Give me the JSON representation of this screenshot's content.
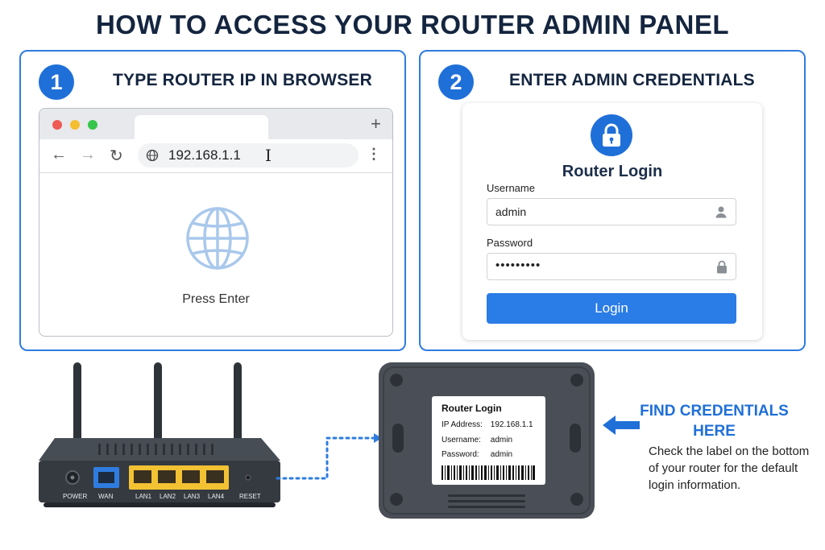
{
  "title": "HOW TO ACCESS YOUR ROUTER ADMIN PANEL",
  "step1": {
    "number": "1",
    "title": "TYPE ROUTER IP IN BROWSER",
    "url": "192.168.1.1",
    "press_enter": "Press Enter"
  },
  "step2": {
    "number": "2",
    "title": "ENTER ADMIN CREDENTIALS",
    "card_title": "Router Login",
    "username_label": "Username",
    "username_value": "admin",
    "password_label": "Password",
    "password_value": "•••••••••",
    "login_button": "Login"
  },
  "router": {
    "ports": [
      "POWER",
      "WAN",
      "LAN1",
      "LAN2",
      "LAN3",
      "LAN4",
      "RESET"
    ]
  },
  "label": {
    "title": "Router Login",
    "ip_key": "IP Address:",
    "ip_value": "192.168.1.1",
    "user_key": "Username:",
    "user_value": "admin",
    "pass_key": "Password:",
    "pass_value": "admin"
  },
  "find": {
    "title": "FIND CREDENTIALS HERE",
    "text": "Check the label on the bottom of your router for the default login information."
  },
  "colors": {
    "accent": "#1f6fd8",
    "panel_border": "#2f7ce0",
    "router_body": "#3b4048",
    "wan_port": "#2f7ce0",
    "lan_ports": "#f2c233"
  }
}
